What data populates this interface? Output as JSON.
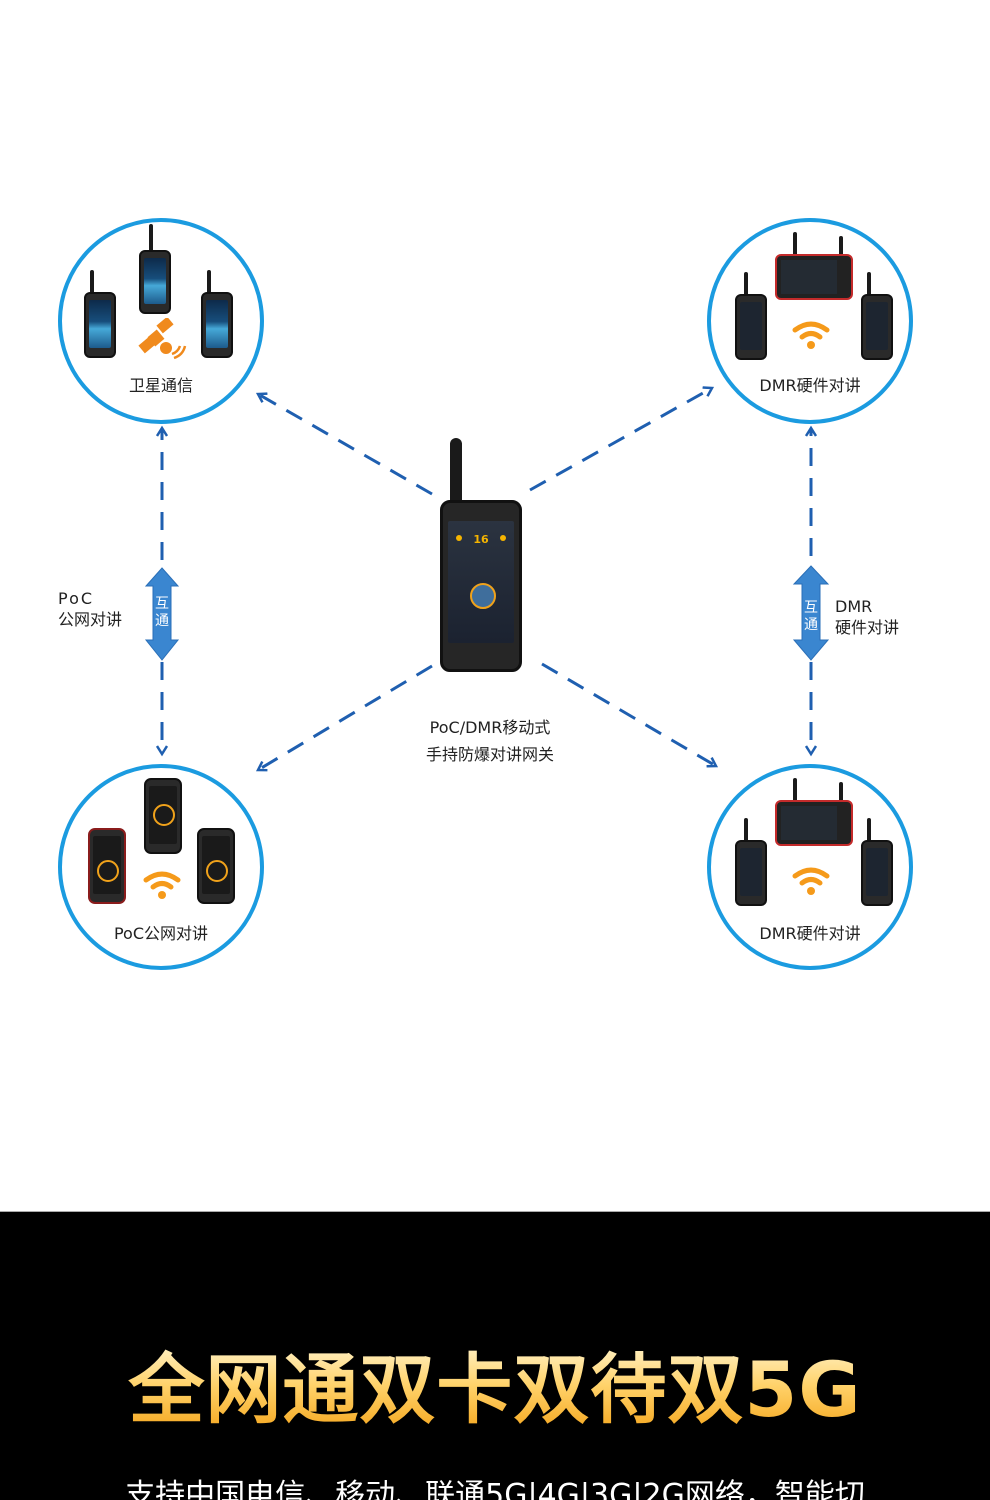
{
  "diagram": {
    "center": {
      "caption_line1": "PoC/DMR移动式",
      "caption_line2": "手持防爆对讲网关",
      "screen_channel": "16"
    },
    "nodes": [
      {
        "id": "satellite",
        "label": "卫星通信",
        "icon": "satellite-icon"
      },
      {
        "id": "dmr-top",
        "label": "DMR硬件对讲",
        "icon": "wifi-icon"
      },
      {
        "id": "poc",
        "label": "PoC公网对讲",
        "icon": "wifi-icon"
      },
      {
        "id": "dmr-bottom",
        "label": "DMR硬件对讲",
        "icon": "wifi-icon"
      }
    ],
    "left_link": {
      "label_line1": "PoC",
      "label_line2": "公网对讲",
      "arrow_text_1": "互",
      "arrow_text_2": "通"
    },
    "right_link": {
      "label_line1": "DMR",
      "label_line2": "硬件对讲",
      "arrow_text_1": "互",
      "arrow_text_2": "通"
    },
    "colors": {
      "ring": "#1b9be0",
      "link": "#1f5fb0",
      "accent": "#f59a1a"
    }
  },
  "banner": {
    "title": "全网通双卡双待双5G",
    "subtitle": "支持中国电信、移动、联通5G|4G|3G|2G网络，智能切"
  }
}
